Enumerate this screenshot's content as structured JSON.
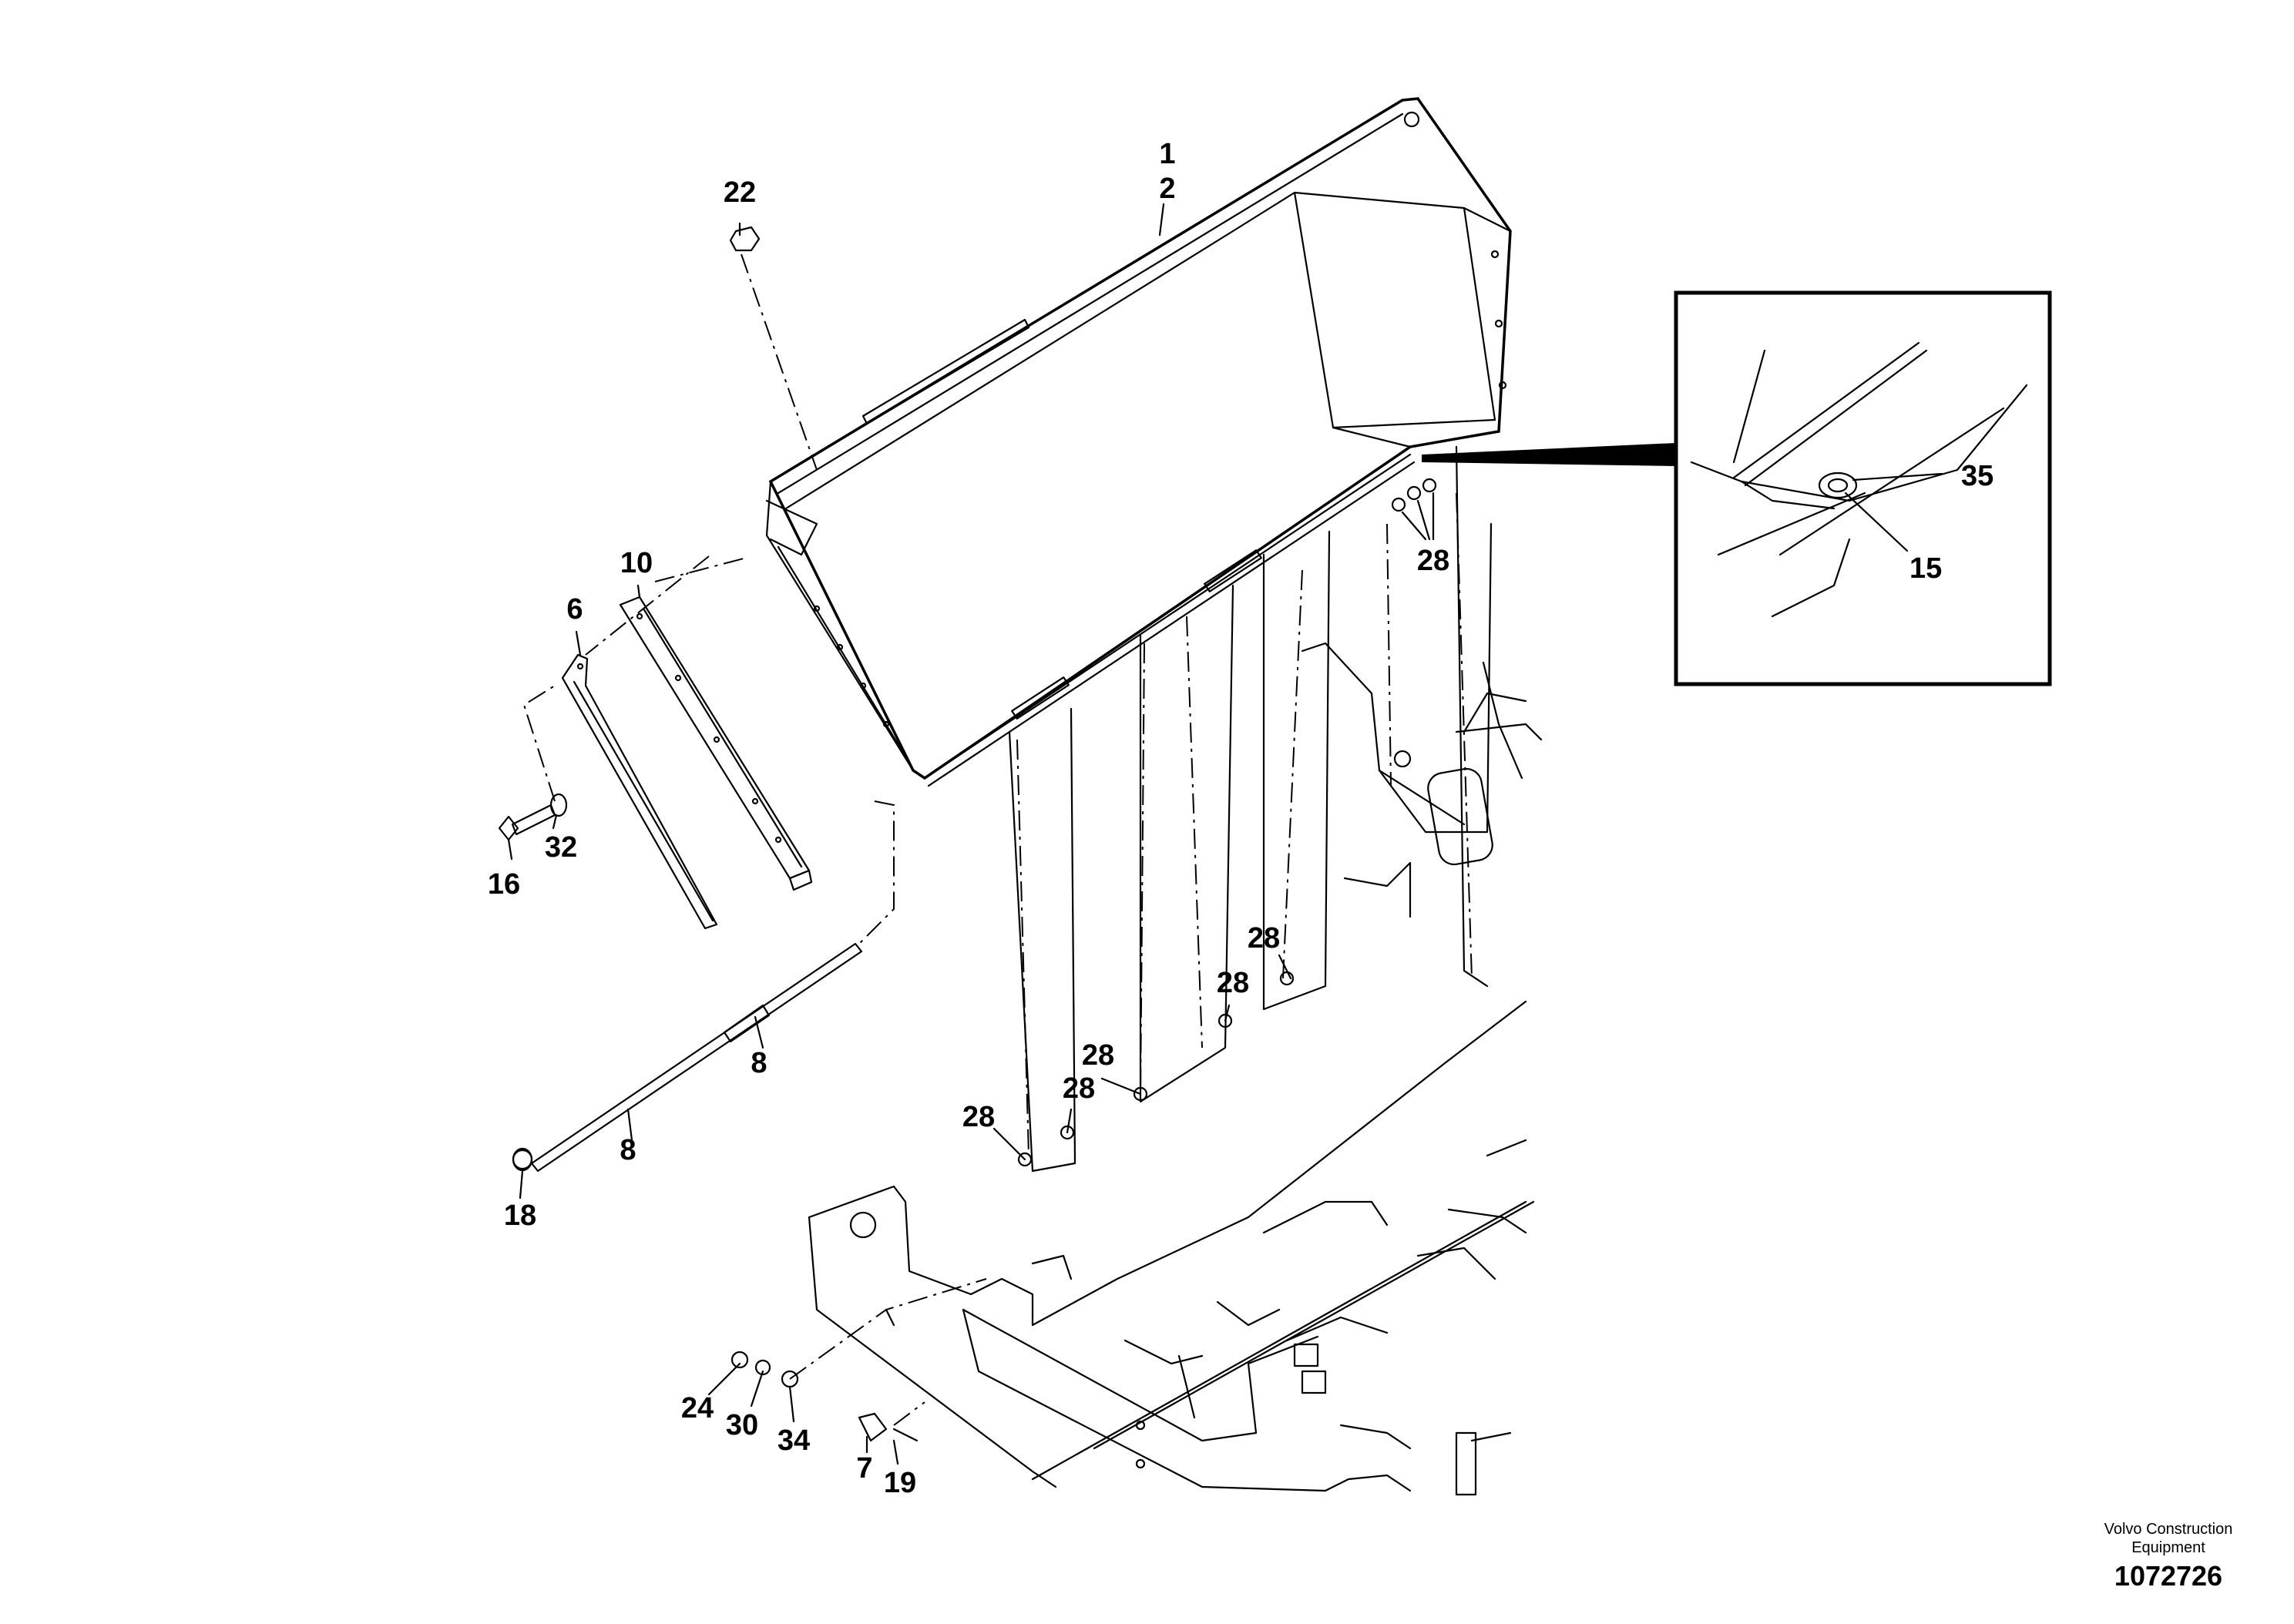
{
  "diagram": {
    "callouts": {
      "c1": "1",
      "c2": "2",
      "c22": "22",
      "c10": "10",
      "c6": "6",
      "c32": "32",
      "c16": "16",
      "c8a": "8",
      "c8b": "8",
      "c18": "18",
      "c28a": "28",
      "c28b": "28",
      "c28c": "28",
      "c28d": "28",
      "c28e": "28",
      "c28f": "28",
      "c35": "35",
      "c15": "15",
      "c24": "24",
      "c30": "30",
      "c34": "34",
      "c7": "7",
      "c19": "19"
    }
  },
  "credit": {
    "line": "Volvo Construction Equipment",
    "drawing_number": "1072726"
  }
}
